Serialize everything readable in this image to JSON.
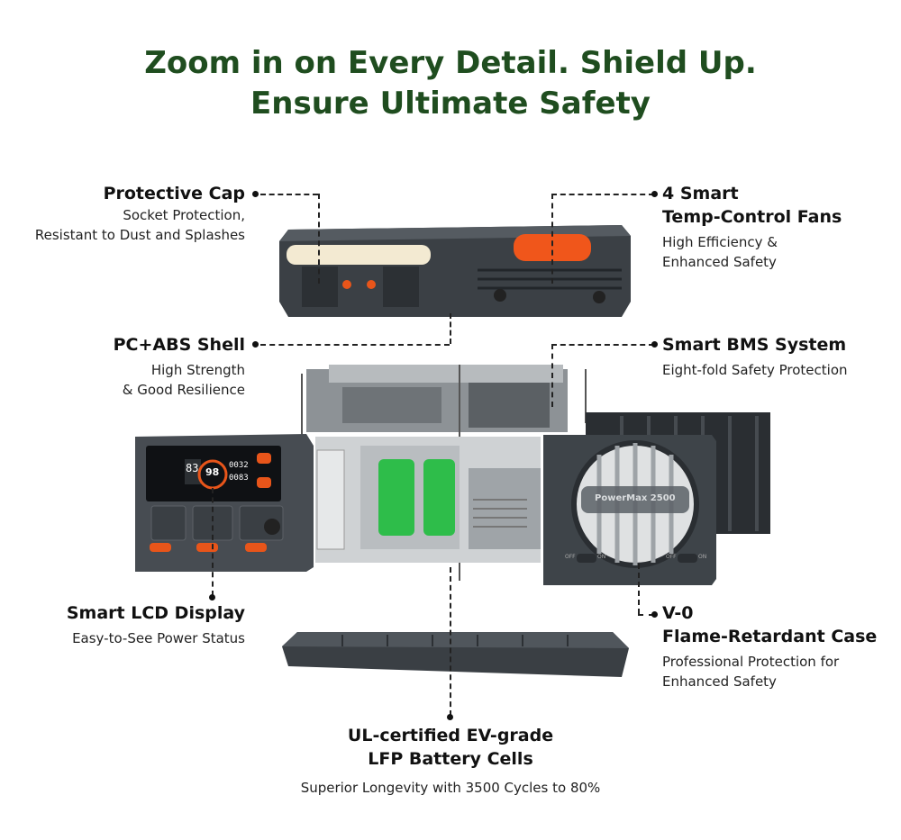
{
  "headline": {
    "line1": "Zoom in on Every Detail. Shield Up.",
    "line2": "Ensure Ultimate Safety"
  },
  "callouts": {
    "protective_cap": {
      "title": "Protective Cap",
      "desc1": "Socket Protection,",
      "desc2": "Resistant to Dust and Splashes"
    },
    "fans": {
      "title1": "4 Smart",
      "title2": "Temp-Control Fans",
      "desc1": "High Efficiency &",
      "desc2": "Enhanced Safety"
    },
    "shell": {
      "title": "PC+ABS Shell",
      "desc1": "High Strength",
      "desc2": "& Good Resilience"
    },
    "bms": {
      "title": "Smart BMS System",
      "desc1": "Eight-fold Safety Protection"
    },
    "lcd": {
      "title": "Smart LCD Display",
      "desc1": "Easy-to-See Power Status"
    },
    "case": {
      "title1": "V-0",
      "title2": "Flame-Retardant Case",
      "desc1": "Professional Protection for",
      "desc2": "Enhanced Safety"
    },
    "cells": {
      "title1": "UL-certified EV-grade",
      "title2": "LFP Battery Cells",
      "desc1": "Superior Longevity with 3500 Cycles to 80%"
    }
  },
  "device": {
    "brand_text": "PowerMax 2500",
    "lcd_left": "83",
    "lcd_center": "98",
    "lcd_right1": "0032",
    "lcd_right2": "0083",
    "switch_off": "OFF",
    "switch_on": "ON"
  },
  "colors": {
    "headline": "#1f4d1f",
    "device_dark": "#3a3f44",
    "accent_orange": "#e8551a",
    "cell_green": "#2ebd4a"
  }
}
